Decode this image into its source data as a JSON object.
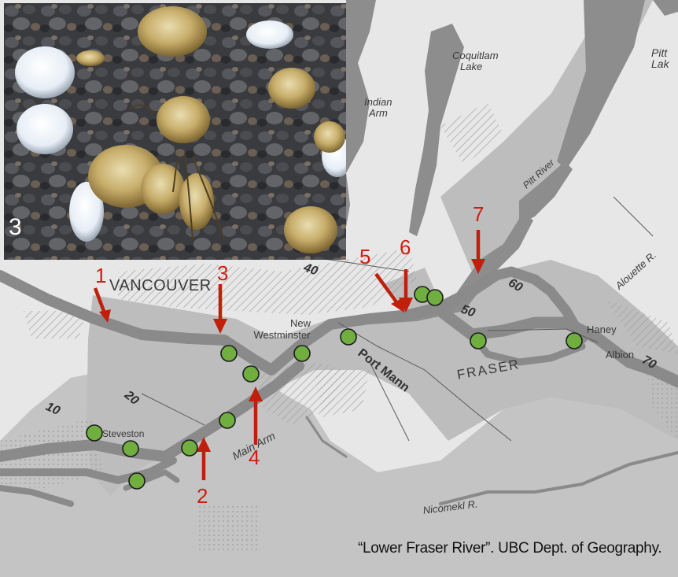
{
  "map": {
    "places": {
      "coquitlam_lake": [
        "Coquitlam",
        "Lake"
      ],
      "indian_arm": [
        "Indian",
        "Arm"
      ],
      "pitt_lake": [
        "Pitt",
        "Lak"
      ],
      "pitt_river": "Pitt River",
      "alouette_r": "Alouette R.",
      "vancouver": "VANCOUVER",
      "new_westminster": [
        "New",
        "Westminster"
      ],
      "port_mann": "Port Mann",
      "fraser": "FRASER",
      "haney": "Haney",
      "albion": "Albion",
      "steveston": "Steveston",
      "main_arm": "Main Arm",
      "nicomekl_r": "Nicomekl R."
    },
    "km_markers": [
      "10",
      "20",
      "40",
      "50",
      "60",
      "70"
    ],
    "site_numbers": [
      "1",
      "2",
      "3",
      "4",
      "5",
      "6",
      "7"
    ],
    "colors": {
      "arrow": "#c01f0c",
      "site_dot": "#6fae3f",
      "site_dot_stroke": "#1b1b1b",
      "water": "#8f8f8f",
      "floodplain": "#bcbcbc",
      "land": "#e7e7e7"
    }
  },
  "photo": {
    "label": "3"
  },
  "credit": "“Lower Fraser River”. UBC Dept. of Geography."
}
